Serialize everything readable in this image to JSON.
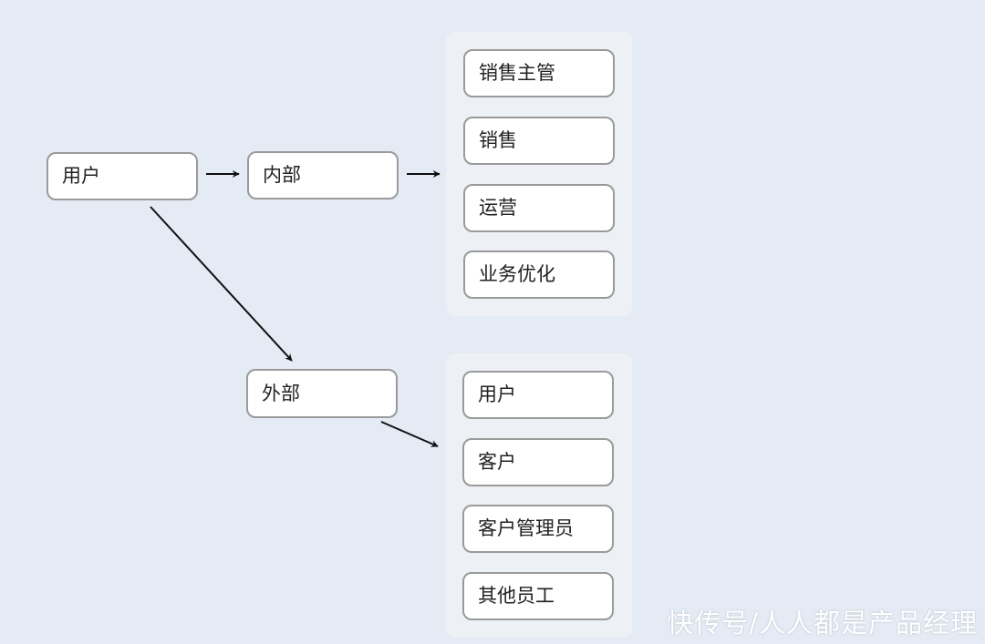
{
  "diagram": {
    "root": {
      "label": "用户"
    },
    "internal": {
      "label": "内部",
      "children": [
        "销售主管",
        "销售",
        "运营",
        "业务优化"
      ]
    },
    "external": {
      "label": "外部",
      "children": [
        "用户",
        "客户",
        "客户管理员",
        "其他员工"
      ]
    }
  },
  "watermark": "快传号/人人都是产品经理",
  "colors": {
    "background": "#e4ebf4",
    "group_background": "#edf1f6",
    "node_fill": "#ffffff",
    "node_border": "#9a9a9a",
    "arrow": "#111111",
    "text": "#222222"
  }
}
